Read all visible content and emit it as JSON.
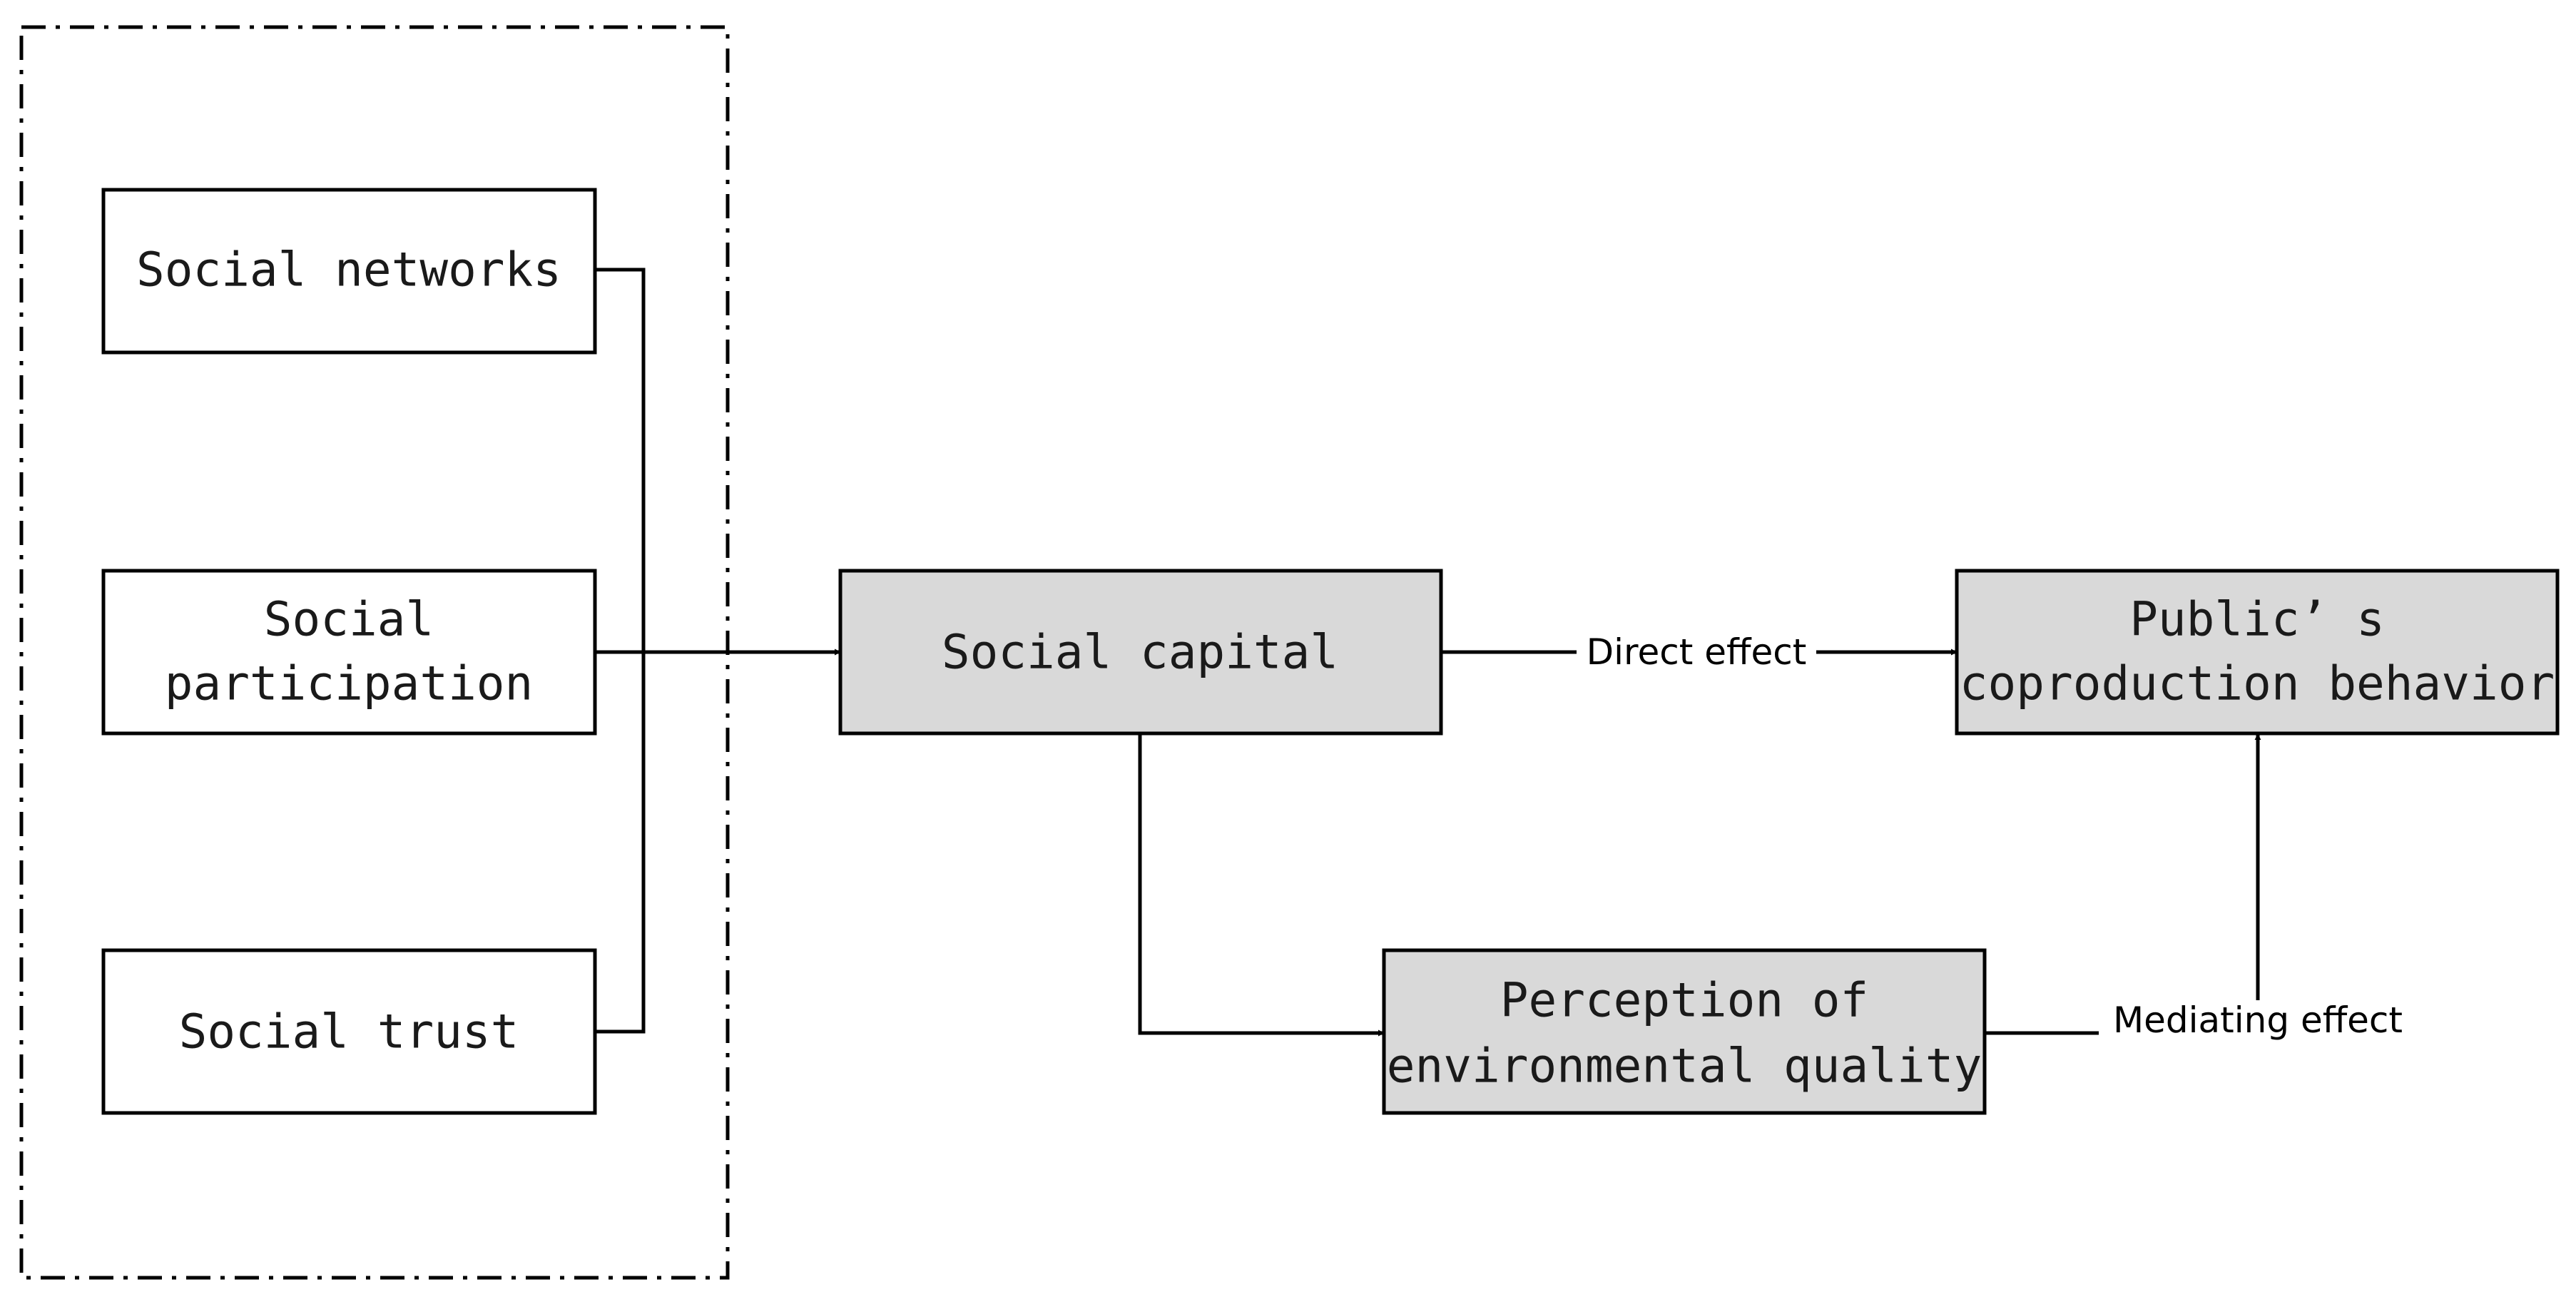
{
  "nodes": {
    "social_networks": {
      "lines": [
        "Social networks"
      ]
    },
    "social_participation": {
      "lines": [
        "Social",
        "participation"
      ]
    },
    "social_trust": {
      "lines": [
        "Social trust"
      ]
    },
    "social_capital": {
      "lines": [
        "Social capital"
      ]
    },
    "public_coproduction": {
      "lines": [
        "Public’ s",
        "coproduction behavior"
      ]
    },
    "perception_env_quality": {
      "lines": [
        "Perception of",
        "environmental quality"
      ]
    }
  },
  "edge_labels": {
    "direct_effect": "Direct effect",
    "mediating_effect": "Mediating effect"
  },
  "colors": {
    "outcome_fill": "#d9d9d9",
    "indicator_fill": "#ffffff",
    "stroke": "#000000"
  }
}
